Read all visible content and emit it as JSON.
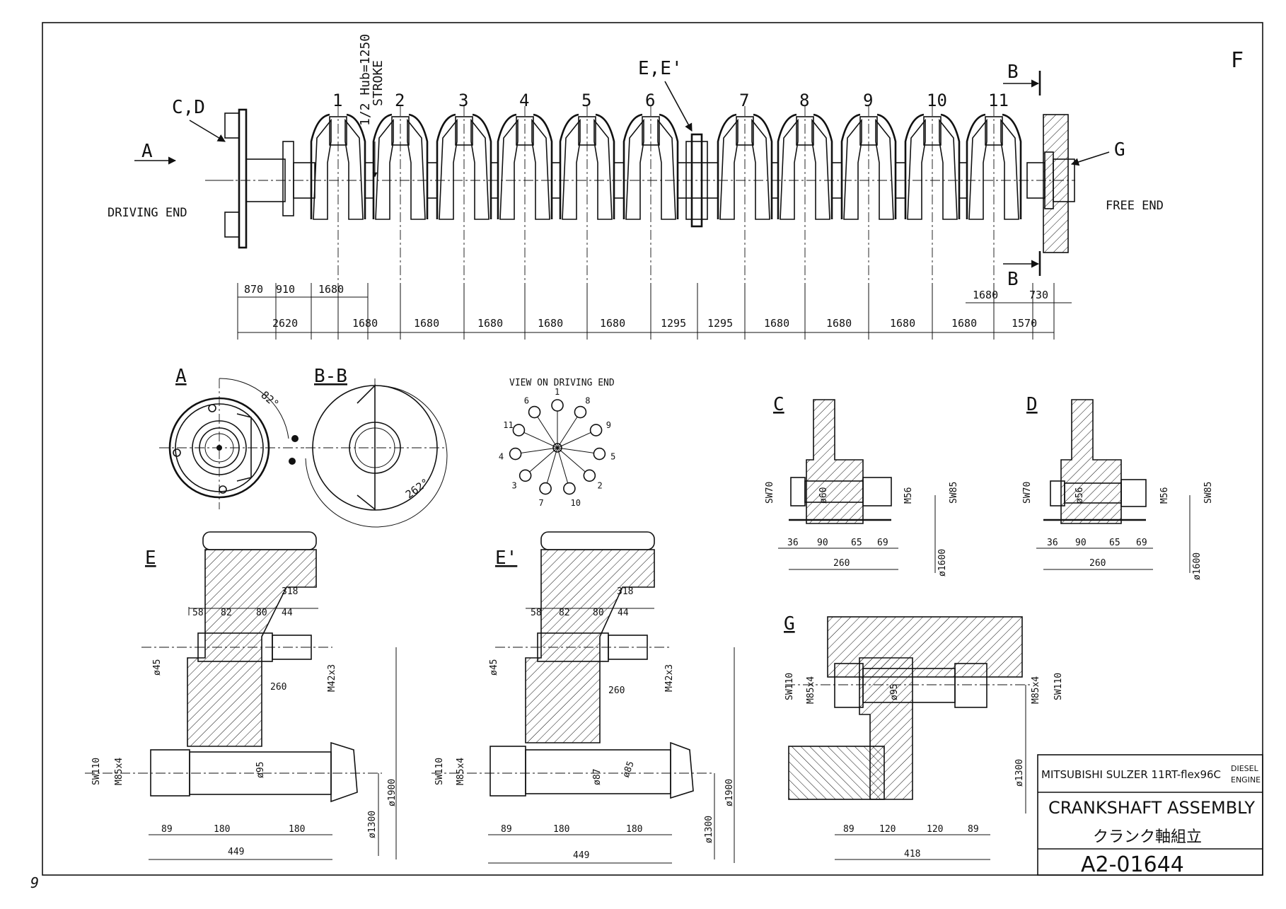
{
  "sheet": {
    "zone_letter": "F",
    "page_mark": "9"
  },
  "title_block": {
    "maker_line": "MITSUBISHI SULZER 11RT-flex96C",
    "engine_word_1": "DIESEL",
    "engine_word_2": "ENGINE",
    "title": "CRANKSHAFT ASSEMBLY",
    "title_jp": "クランク軸組立",
    "drawing_no": "A2-01644"
  },
  "main_view": {
    "driving_end": "DRIVING END",
    "free_end": "FREE END",
    "stroke_note_1": "1/2 Hub=1250",
    "stroke_note_2": "STROKE",
    "callout_cd": "C,D",
    "callout_ee": "E,E'",
    "callout_a": "A",
    "callout_b_top": "B",
    "callout_b_bottom": "B",
    "callout_g": "G",
    "crank_numbers": [
      "1",
      "2",
      "3",
      "4",
      "5",
      "6",
      "7",
      "8",
      "9",
      "10",
      "11"
    ],
    "dims_upper": [
      "870",
      "910",
      "1680"
    ],
    "dims_upper_right": [
      "1680",
      "730"
    ],
    "dims_lower": [
      "2620",
      "1680",
      "1680",
      "1680",
      "1680",
      "1680",
      "1295",
      "1295",
      "1680",
      "1680",
      "1680",
      "1680",
      "1570"
    ]
  },
  "view_a": {
    "label": "A",
    "angle": "82°"
  },
  "view_bb": {
    "label": "B-B",
    "angle": "262°"
  },
  "firing_order": {
    "title": "VIEW ON DRIVING END",
    "numbers": [
      "1",
      "8",
      "9",
      "5",
      "2",
      "10",
      "7",
      "3",
      "4",
      "11",
      "6"
    ]
  },
  "detail_c": {
    "label": "C",
    "sw_left": "SW70",
    "dia": "ø60",
    "thread": "M56",
    "sw_right": "SW85",
    "dims": [
      "36",
      "90",
      "65",
      "69"
    ],
    "total": "260",
    "big_dia": "ø1600"
  },
  "detail_d": {
    "label": "D",
    "sw_left": "SW70",
    "dia": "ø56",
    "thread": "M56",
    "sw_right": "SW85",
    "dims": [
      "36",
      "90",
      "65",
      "69"
    ],
    "total": "260",
    "big_dia": "ø1600"
  },
  "detail_e": {
    "label": "E",
    "top_dims": [
      "58",
      "82",
      "80",
      "44"
    ],
    "top_total": "318",
    "small_dia": "ø45",
    "thread": "M42x3",
    "mid": "260",
    "sw": "SW110",
    "stud": "M85x4",
    "dia": "ø95",
    "bottom_dims": [
      "89",
      "180",
      "180"
    ],
    "bottom_total": "449",
    "d1300": "ø1300",
    "d1900": "ø1900"
  },
  "detail_e_prime": {
    "label": "E'",
    "top_dims": [
      "58",
      "82",
      "80",
      "44"
    ],
    "top_total": "318",
    "small_dia": "ø45",
    "thread": "M42x3",
    "mid": "260",
    "sw": "SW110",
    "stud": "M85x4",
    "dia1": "ø87",
    "dia2": "ø85",
    "bottom_dims": [
      "89",
      "180",
      "180"
    ],
    "bottom_total": "449",
    "d1300": "ø1300",
    "d1900": "ø1900"
  },
  "detail_g": {
    "label": "G",
    "sw_left": "SW110",
    "stud_left": "M85x4",
    "dia": "ø95",
    "stud_right": "M85x4",
    "sw_right": "SW110",
    "dims": [
      "89",
      "120",
      "120",
      "89"
    ],
    "total": "418",
    "d1300": "ø1300"
  }
}
